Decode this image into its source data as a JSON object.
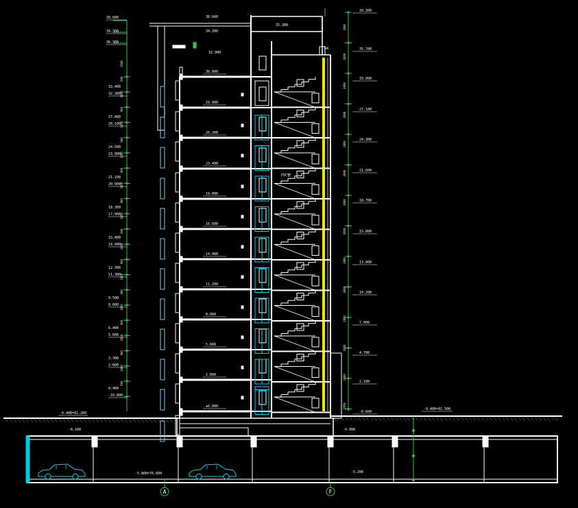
{
  "drawing": {
    "colors": {
      "background": "#000000",
      "structure": "#ffffff",
      "dimension": "#2ecc40",
      "elevator_glass": "#00d8ff",
      "stair_rail": "#e8e800",
      "cyan_panel": "#00c8e0"
    },
    "grid_axes": [
      {
        "label": "A"
      },
      {
        "label": "F"
      }
    ],
    "left_levels_top": [
      "39.600",
      "39.300",
      "36.300"
    ],
    "left_levels": [
      [
        "33.400",
        "32.300"
      ],
      [
        "27.400",
        "28.100"
      ],
      [
        "24.500",
        "23.900"
      ],
      [
        "21.100",
        "20.900"
      ],
      [
        "18.300",
        "17.900"
      ],
      [
        "15.400",
        "14.900"
      ],
      [
        "12.300",
        "11.300"
      ],
      [
        "9.500",
        "8.600"
      ],
      [
        "6.400",
        "5.600"
      ],
      [
        "3.300",
        "2.600"
      ],
      [
        "0.400",
        "-10.800"
      ]
    ],
    "left_dims_vertical": [
      "3500",
      "900",
      "1800",
      "900",
      "1800",
      "900",
      "1800",
      "900",
      "1800",
      "900",
      "1800",
      "900",
      "1800",
      "900",
      "1800",
      "900",
      "1800",
      "900",
      "1800",
      "900",
      "1800",
      "900"
    ],
    "top_levels": [
      "38.600",
      "34.300",
      "35.300",
      "32.900"
    ],
    "floor_levels": [
      "30.000",
      "29.000",
      "26.300",
      "23.400",
      "19.000",
      "16.600",
      "14.000",
      "11.200",
      "8.400",
      "5.600",
      "2.800",
      "±0.000"
    ],
    "right_levels": [
      "39.300",
      "35.700",
      "33.000",
      "27.100",
      "24.300",
      "21.600",
      "18.700",
      "15.800",
      "13.000",
      "10.200",
      "7.000",
      "4.700",
      "2.100",
      "-0.600"
    ],
    "right_dims_vertical": [
      "1800",
      "2800",
      "2800",
      "2800",
      "2800",
      "2800",
      "2800",
      "2800",
      "2800",
      "2800",
      "2800",
      "2800",
      "2800",
      "1950"
    ],
    "ground_left": "-0.400=81.200",
    "ground_right": "-0.400=81.500",
    "basement_left": "-6.100",
    "basement_right": "-4.900",
    "basement_center": "-5.800=76.600",
    "basement_bottom": "-5.200",
    "pipe_label": "PVC管",
    "parapet_label": "300"
  }
}
